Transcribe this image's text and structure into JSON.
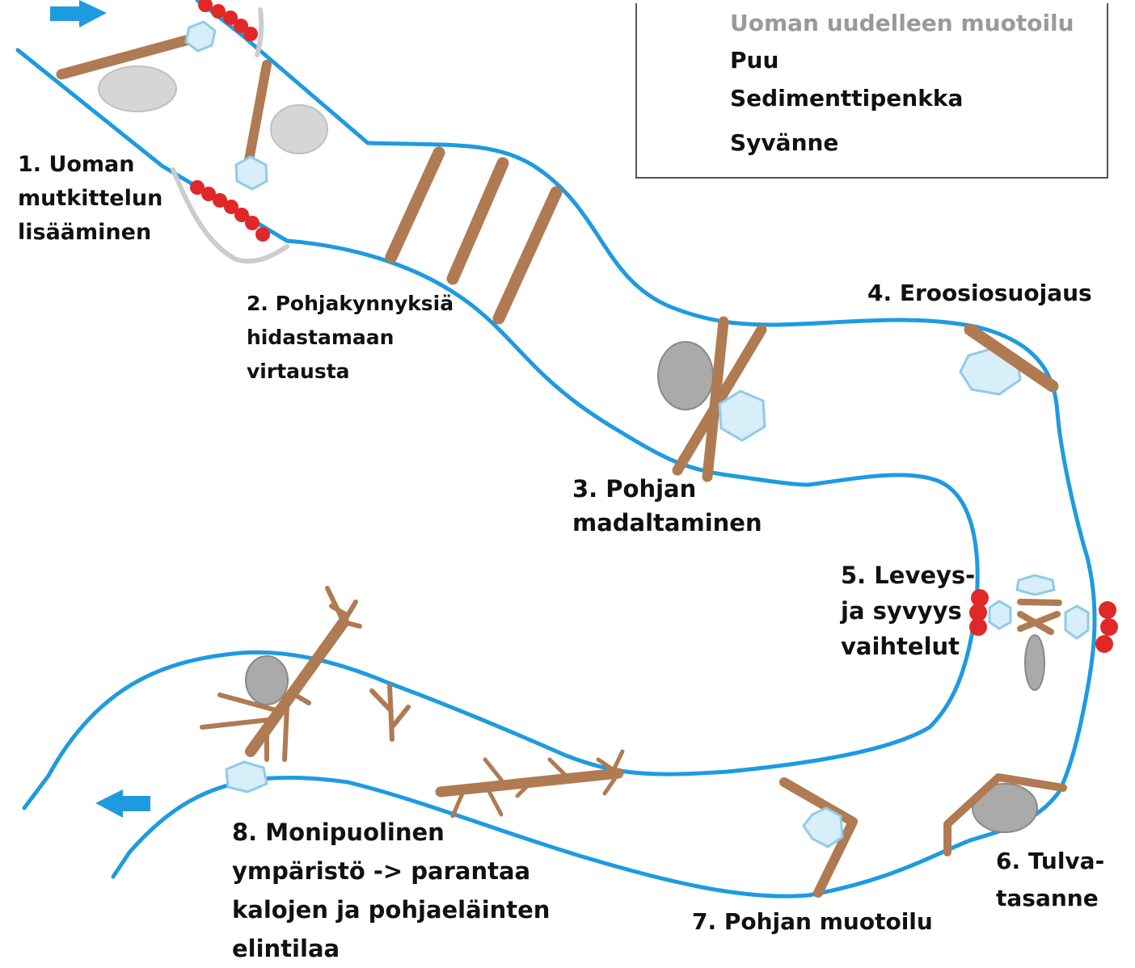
{
  "legend": {
    "reshaping": "Uoman uudelleen muotoilu",
    "wood": "Puu",
    "sediment_bank": "Sedimenttipenkka",
    "pool": "Syvänne"
  },
  "labels": {
    "l1": [
      "1. Uoman",
      "mutkittelun",
      "lisääminen"
    ],
    "l2": [
      "2. Pohjakynnyksiä",
      "hidastamaan",
      "virtausta"
    ],
    "l3": [
      "3. Pohjan",
      "madaltaminen"
    ],
    "l4": "4. Eroosiosuojaus",
    "l5": [
      "5. Leveys-",
      "ja syvyys",
      "vaihtelut"
    ],
    "l6": [
      "6. Tulva-",
      "tasanne"
    ],
    "l7": "7. Pohjan muotoilu",
    "l8": [
      "8. Monipuolinen",
      "ympäristö -> parantaa",
      "kalojen ja pohjaeläinten",
      "elintilaa"
    ]
  },
  "colors": {
    "river": "#1e9be0",
    "wood": "#b07a52",
    "stone": "#e03030",
    "pool_fill": "#d8eef8",
    "pool_stroke": "#8fcbe8",
    "sediment": "#c8c8c8",
    "reshape": "#cccccc",
    "arrow": "#1e9be0"
  },
  "icons": [
    "flow-in-arrow-icon",
    "flow-out-arrow-icon"
  ]
}
